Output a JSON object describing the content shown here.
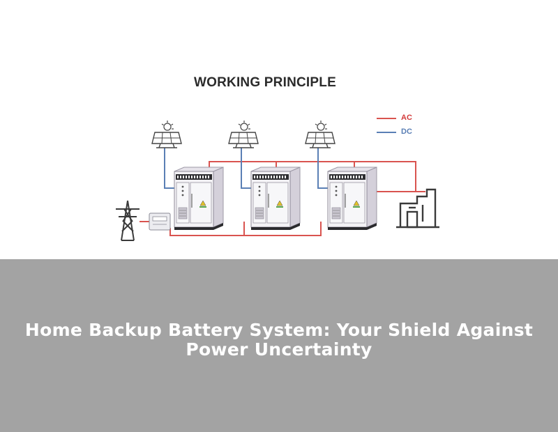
{
  "diagram": {
    "title": "WORKING PRINCIPLE",
    "legend": [
      {
        "label": "AC",
        "color": "#d33a3a"
      },
      {
        "label": "DC",
        "color": "#5a7fb5"
      }
    ],
    "components": {
      "solar_panels": 3,
      "battery_cabinets": 3,
      "grid": "transmission-tower-icon",
      "meter": "meter-icon",
      "load": "factory-icon"
    }
  },
  "caption": {
    "line1": "Home Backup Battery System: Your Shield Against",
    "line2": "Power Uncertainty"
  }
}
